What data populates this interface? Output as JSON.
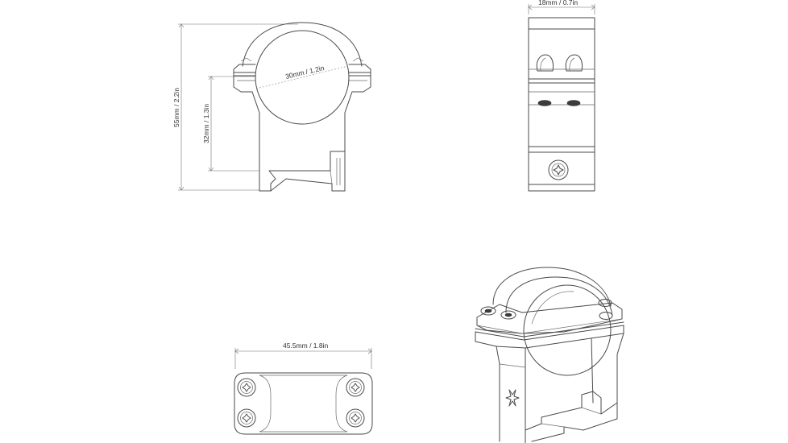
{
  "dimensions": {
    "overall_height": "55mm / 2.2in",
    "center_height": "32mm / 1.3in",
    "ring_diameter": "30mm / 1.2in",
    "ring_width": "18mm / 0.7in",
    "base_length": "45.5mm / 1.8in"
  },
  "colors": {
    "line": "#4a4a4a",
    "dimension": "#6f6f6f",
    "background": "#ffffff"
  },
  "views": [
    "front-view",
    "side-view",
    "top-view",
    "isometric-view"
  ]
}
